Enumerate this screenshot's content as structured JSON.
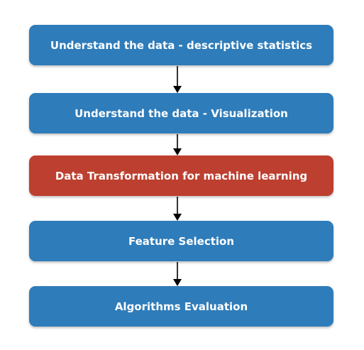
{
  "flowchart": {
    "steps": [
      {
        "label": "Understand the data - descriptive statistics",
        "color": "#2e7cba"
      },
      {
        "label": "Understand the data - Visualization",
        "color": "#2e7cba"
      },
      {
        "label": "Data Transformation for machine learning",
        "color": "#bd3f2f"
      },
      {
        "label": "Feature Selection",
        "color": "#2e7cba"
      },
      {
        "label": "Algorithms Evaluation",
        "color": "#2e7cba"
      }
    ],
    "arrow_color": "#000000"
  }
}
